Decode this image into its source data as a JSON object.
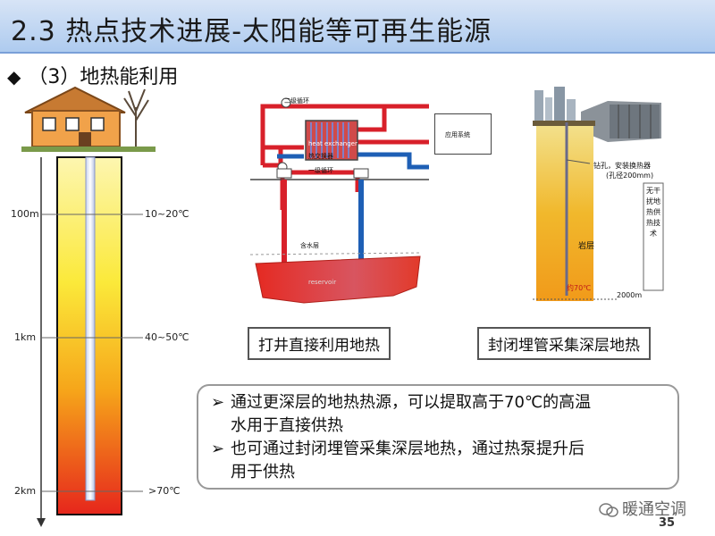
{
  "header": {
    "title": "2.3 热点技术进展-太阳能等可再生能源"
  },
  "section": {
    "bullet_mark": "◆",
    "title": "（3）地热能利用"
  },
  "depth_gauge": {
    "left_labels": [
      "100m",
      "1km",
      "2km"
    ],
    "right_labels": [
      "10~20℃",
      "40~50℃",
      ">70℃"
    ]
  },
  "diagram_left": {
    "secondary_loop": "二级循环",
    "heat_exchanger_en": "heat exchanger",
    "heat_exchanger_cn": "热交换器",
    "primary_loop": "一级循环",
    "user_system": "应用系统",
    "aquifer": "含水层",
    "reservoir": "reservoir",
    "caption": "打井直接利用地热"
  },
  "diagram_right": {
    "drill_label_1": "钻孔，安装换热器",
    "drill_label_2": "(孔径200mm)",
    "vertical_note": "无干扰地热供热技术",
    "rock_layer": "岩层",
    "temp": "约70℃",
    "depth": "2000m",
    "caption": "封闭埋管采集深层地热"
  },
  "bullets": [
    {
      "mark": "➢",
      "text_1": "通过更深层的地热热源，可以提取高于70℃的高温",
      "text_2": "水用于直接供热"
    },
    {
      "mark": "➢",
      "text_1": "也可通过封闭埋管采集深层地热，通过热泵提升后",
      "text_2": "用于供热"
    }
  ],
  "footer": {
    "watermark": "暖通空调",
    "page": "35"
  },
  "colors": {
    "hot_red": "#d8202a",
    "cold_blue": "#1e5fb5",
    "title_bg": "#aecbef"
  }
}
